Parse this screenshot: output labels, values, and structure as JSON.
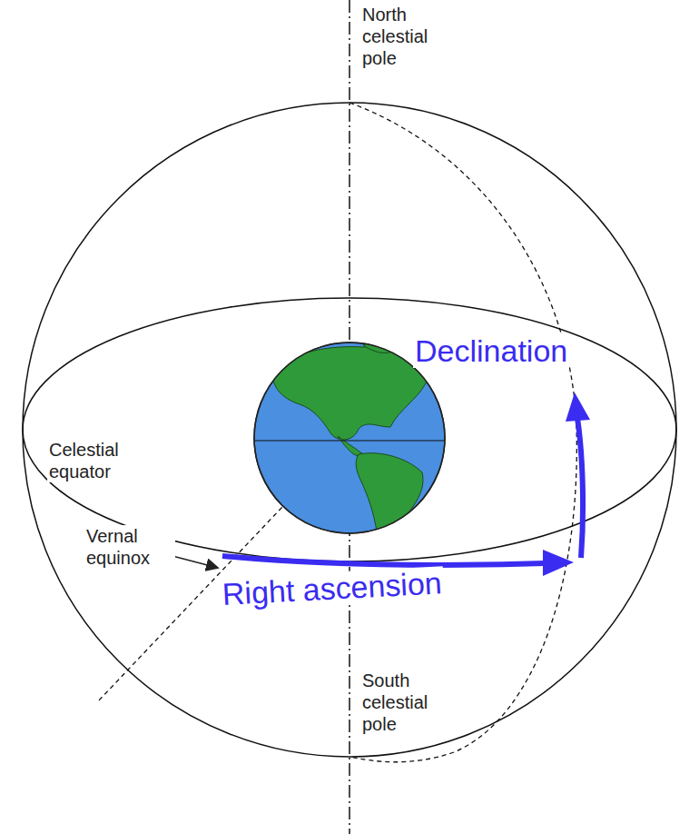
{
  "diagram": {
    "labels": [
      "North celestial pole",
      "Declination",
      "Celestial equator",
      "Vernal equinox",
      "Right ascension",
      "South celestial pole"
    ]
  }
}
